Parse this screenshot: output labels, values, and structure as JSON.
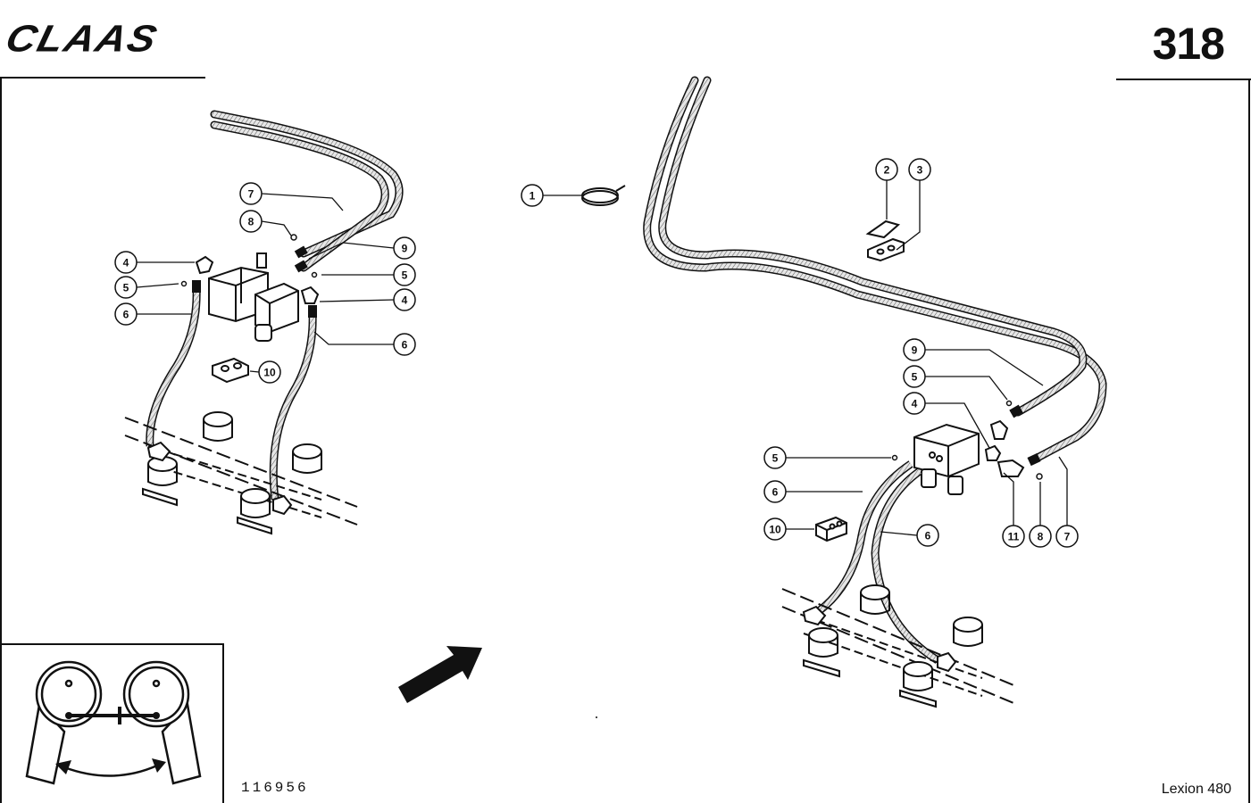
{
  "header": {
    "brand_logo": "CLAAS",
    "page_number": "318"
  },
  "footer": {
    "drawing_number": "116956",
    "model": "Lexion 480"
  },
  "callouts_left": [
    {
      "id": "l7",
      "label": "7"
    },
    {
      "id": "l8",
      "label": "8"
    },
    {
      "id": "l9",
      "label": "9"
    },
    {
      "id": "l4a",
      "label": "4"
    },
    {
      "id": "l5a",
      "label": "5"
    },
    {
      "id": "l5b",
      "label": "5"
    },
    {
      "id": "l4b",
      "label": "4"
    },
    {
      "id": "l6a",
      "label": "6"
    },
    {
      "id": "l6b",
      "label": "6"
    },
    {
      "id": "l10",
      "label": "10"
    }
  ],
  "callouts_right": [
    {
      "id": "r1",
      "label": "1"
    },
    {
      "id": "r2",
      "label": "2"
    },
    {
      "id": "r3",
      "label": "3"
    },
    {
      "id": "r9",
      "label": "9"
    },
    {
      "id": "r5a",
      "label": "5"
    },
    {
      "id": "r4",
      "label": "4"
    },
    {
      "id": "r5b",
      "label": "5"
    },
    {
      "id": "r6a",
      "label": "6"
    },
    {
      "id": "r6b",
      "label": "6"
    },
    {
      "id": "r10",
      "label": "10"
    },
    {
      "id": "r11",
      "label": "11"
    },
    {
      "id": "r8",
      "label": "8"
    },
    {
      "id": "r7",
      "label": "7"
    }
  ],
  "colors": {
    "ink": "#111111",
    "paper": "#ffffff",
    "hose_fill": "#d9d9d9"
  }
}
